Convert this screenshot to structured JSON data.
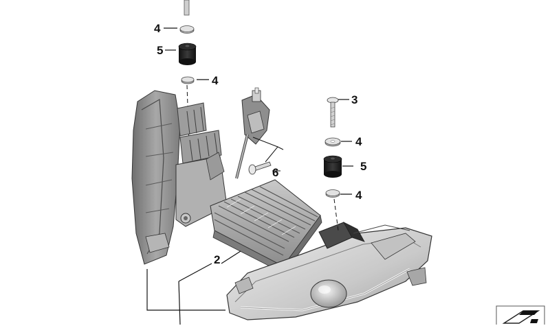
{
  "diagram": {
    "callouts": {
      "washer_top_upper": "4",
      "damper_top": "5",
      "washer_top_lower": "4",
      "screw_right": "3",
      "washer_right_upper": "4",
      "damper_right": "5",
      "washer_right_lower": "4",
      "screw_center": "6",
      "headlight_assembly": "2"
    },
    "icons": [
      "bookmark-icon"
    ],
    "colors": {
      "line": "#111111",
      "rubber": "#1e1e1e",
      "housing": "#8a8a8a",
      "heatsink": "#a9a9a9",
      "lens": "#d4d4d4"
    }
  }
}
